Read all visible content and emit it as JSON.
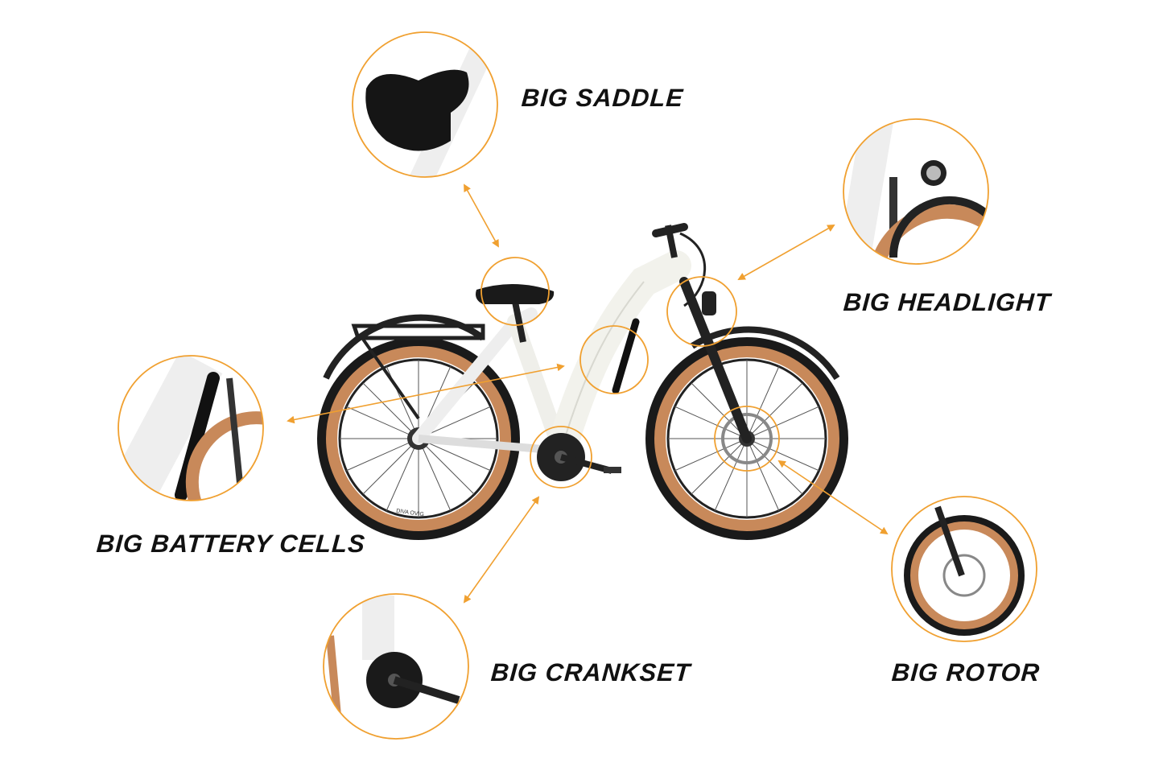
{
  "accent_color": "#f0a030",
  "features": [
    {
      "id": "saddle",
      "label": "BIG SADDLE"
    },
    {
      "id": "headlight",
      "label": "BIG HEADLIGHT"
    },
    {
      "id": "battery",
      "label": "BIG BATTERY CELLS"
    },
    {
      "id": "crankset",
      "label": "BIG CRANKSET"
    },
    {
      "id": "rotor",
      "label": "BIG ROTOR"
    }
  ],
  "tire_text": "DIVA OVIG"
}
